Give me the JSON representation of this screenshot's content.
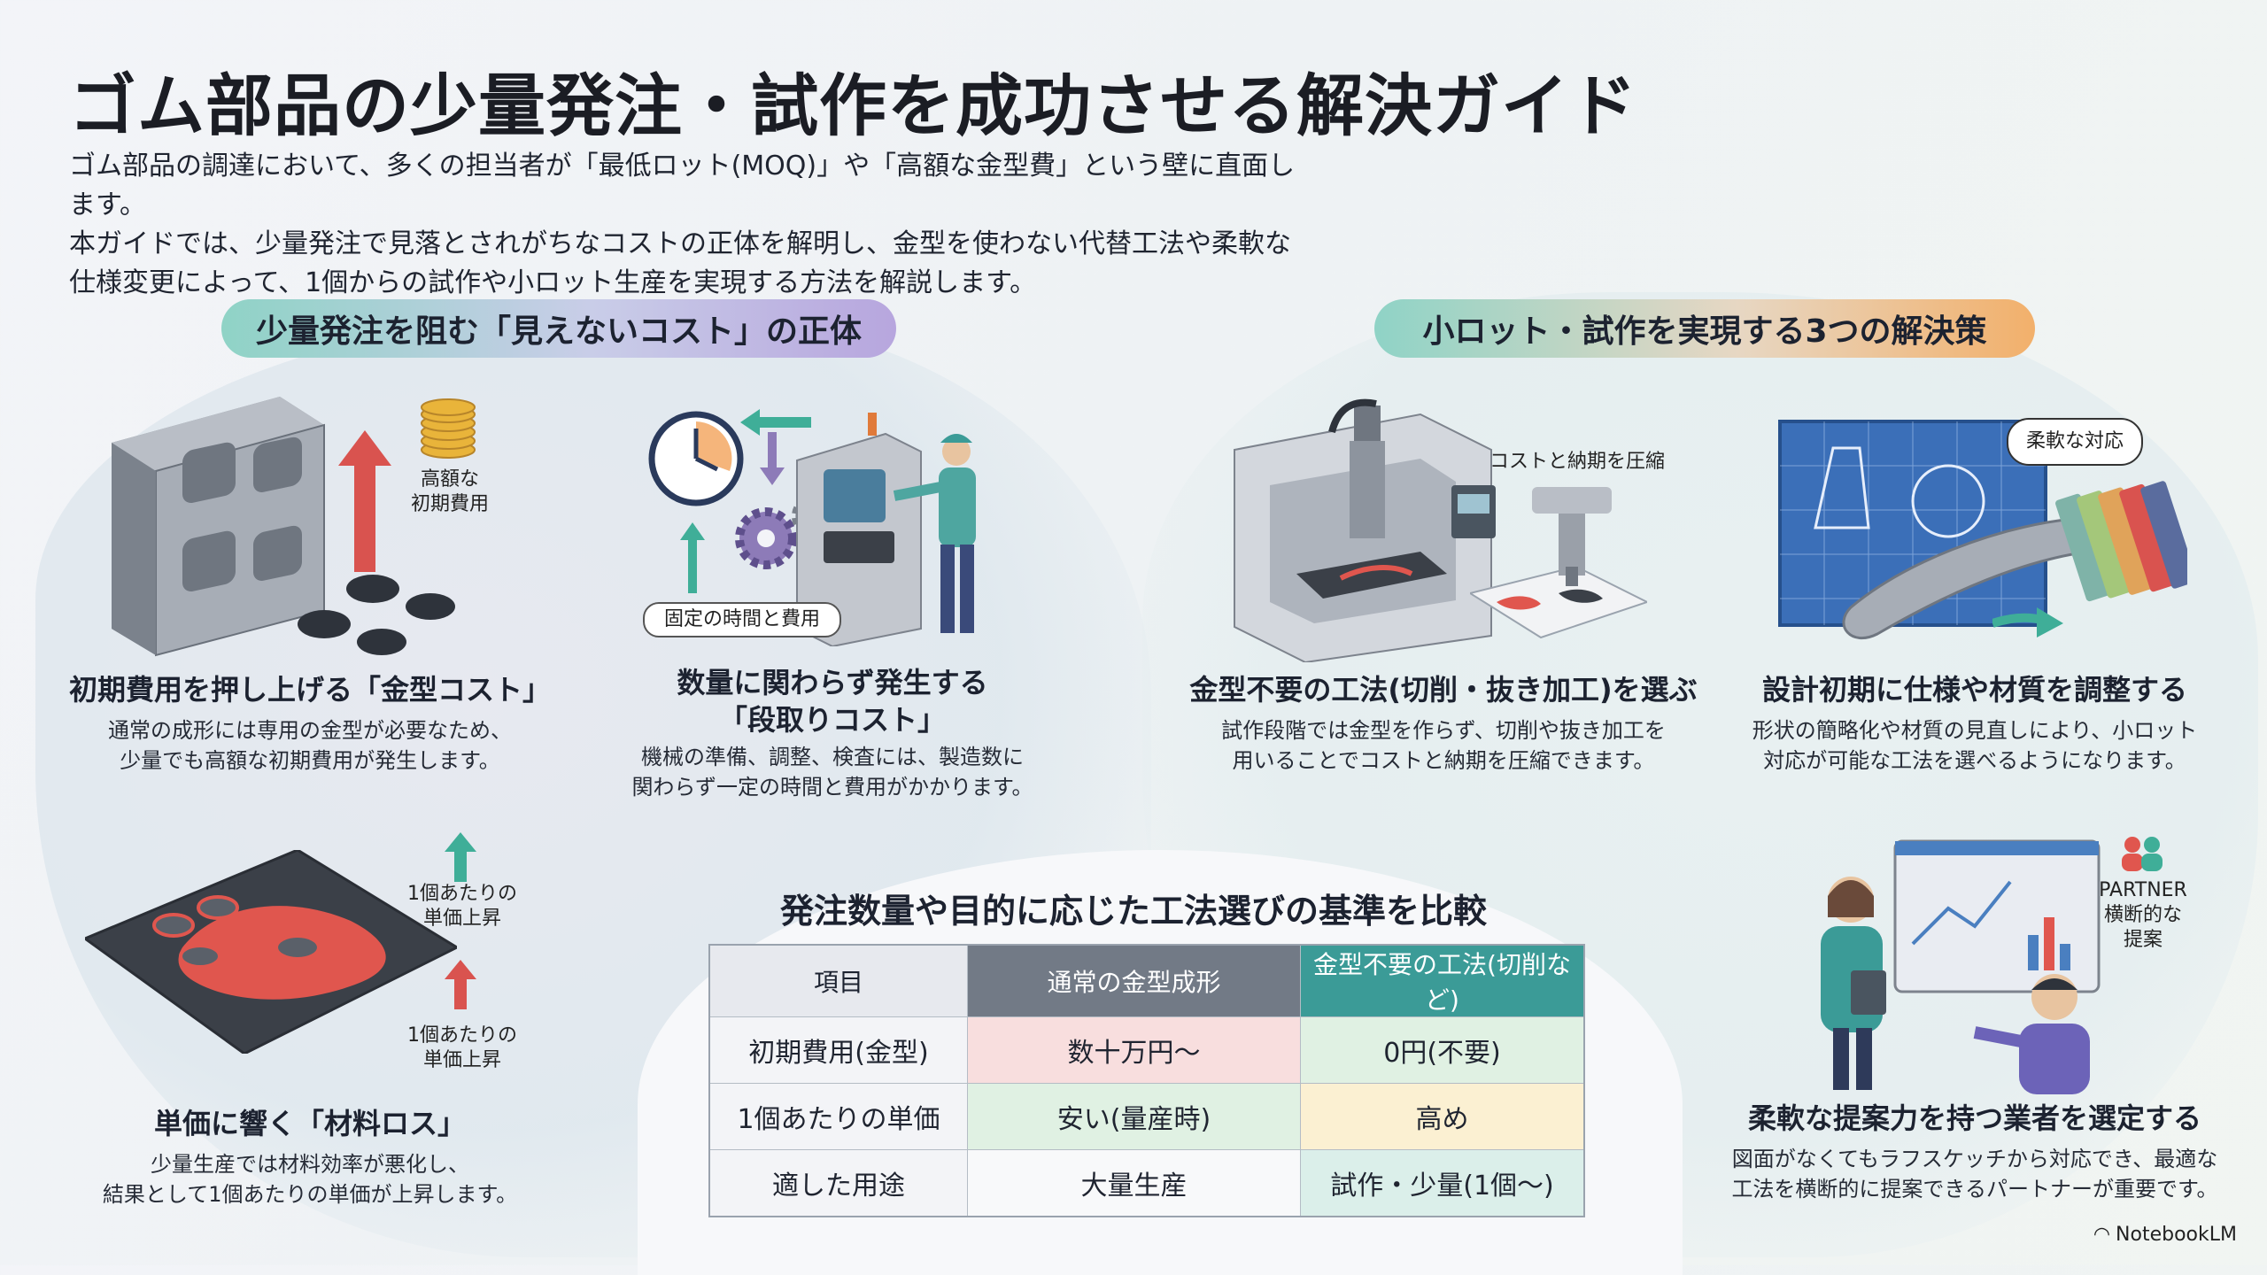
{
  "title": "ゴム部品の少量発注・試作を成功させる解決ガイド",
  "intro": [
    "ゴム部品の調達において、多くの担当者が「最低ロット(MOQ)」や「高額な金型費」という壁に直面します。",
    "本ガイドでは、少量発注で見落とされがちなコストの正体を解明し、金型を使わない代替工法や柔軟な",
    "仕様変更によって、1個からの試作や小ロット生産を実現する方法を解説します。"
  ],
  "left_section": {
    "heading": "少量発注を阻む「見えないコスト」の正体",
    "mold_cost": {
      "label": "高額な\n初期費用",
      "title": "初期費用を押し上げる「金型コスト」",
      "desc": [
        "通常の成形には専用の金型が必要なため、",
        "少量でも高額な初期費用が発生します。"
      ]
    },
    "setup_cost": {
      "label": "固定の時間と費用",
      "title": [
        "数量に関わらず発生する",
        "「段取りコスト」"
      ],
      "desc": [
        "機械の準備、調整、検査には、製造数に",
        "関わらず一定の時間と費用がかかります。"
      ]
    },
    "material_loss": {
      "label_top": "1個あたりの\n単価上昇",
      "label_bottom": "1個あたりの\n単価上昇",
      "title": "単価に響く「材料ロス」",
      "desc": [
        "少量生産では材料効率が悪化し、",
        "結果として1個あたりの単価が上昇します。"
      ]
    }
  },
  "right_section": {
    "heading": "小ロット・試作を実現する3つの解決策",
    "no_mold": {
      "label": "コストと納期を圧縮",
      "title": "金型不要の工法(切削・抜き加工)を選ぶ",
      "desc": [
        "試作段階では金型を作らず、切削や抜き加工を",
        "用いることでコストと納期を圧縮できます。"
      ]
    },
    "spec_adjust": {
      "label": "柔軟な対応",
      "title": "設計初期に仕様や材質を調整する",
      "desc": [
        "形状の簡略化や材質の見直しにより、小ロット",
        "対応が可能な工法を選べるようになります。"
      ]
    },
    "partner": {
      "label": "PARTNER\n横断的な\n提案",
      "title": "柔軟な提案力を持つ業者を選定する",
      "desc": [
        "図面がなくてもラフスケッチから対応でき、最適な",
        "工法を横断的に提案できるパートナーが重要です。"
      ]
    }
  },
  "comparison": {
    "title": "発注数量や目的に応じた工法選びの基準を比較",
    "headers": [
      "項目",
      "通常の金型成形",
      "金型不要の工法(切削など)"
    ],
    "rows": [
      [
        "初期費用(金型)",
        "数十万円〜",
        "0円(不要)"
      ],
      [
        "1個あたりの単価",
        "安い(量産時)",
        "高め"
      ],
      [
        "適した用途",
        "大量生産",
        "試作・少量(1個〜)"
      ]
    ]
  },
  "brand": "NotebookLM",
  "colors": {
    "accent_teal": "#3b9b97",
    "accent_gray": "#727a86",
    "arrow_red": "#d9534f",
    "arrow_teal": "#3fae98"
  }
}
